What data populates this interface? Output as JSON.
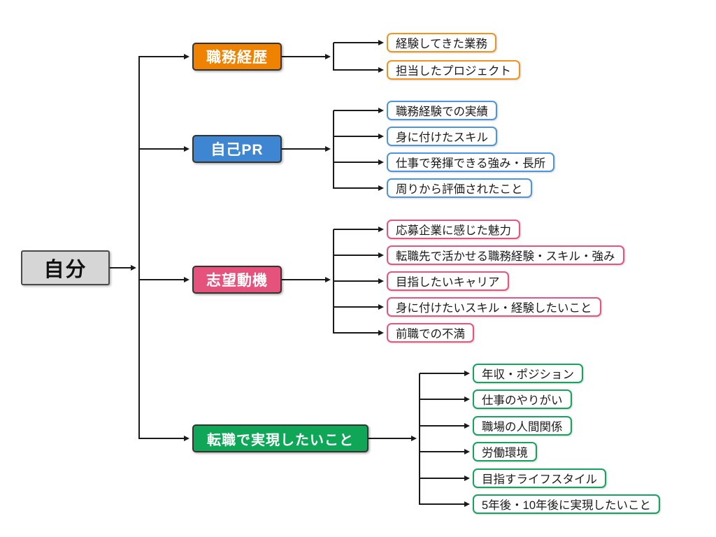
{
  "root": {
    "label": "自分"
  },
  "branches": [
    {
      "label": "職務経歴",
      "color": "#EF8200",
      "leaf_border_color": "#F0941F",
      "children": [
        "経験してきた業務",
        "担当したプロジェクト"
      ]
    },
    {
      "label": "自己PR",
      "color": "#3F86D2",
      "leaf_border_color": "#4E95DF",
      "children": [
        "職務経験での実績",
        "身に付けたスキル",
        "仕事で発揮できる強み・長所",
        "周りから評価されたこと"
      ]
    },
    {
      "label": "志望動機",
      "color": "#E5537C",
      "leaf_border_color": "#E8537F",
      "children": [
        "応募企業に感じた魅力",
        "転職先で活かせる職務経験・スキル・強み",
        "目指したいキャリア",
        "身に付けたいスキル・経験したいこと",
        "前職での不満"
      ]
    },
    {
      "label": "転職で実現したいこと",
      "color": "#0FA658",
      "leaf_border_color": "#14A45C",
      "children": [
        "年収・ポジション",
        "仕事のやりがい",
        "職場の人間関係",
        "労働環境",
        "目指すライフスタイル",
        "5年後・10年後に実現したいこと"
      ]
    }
  ],
  "colors": {
    "background": "#FFFFFF",
    "line": "#1A1A1A",
    "root_fill": "#D6D6D6",
    "root_border": "#4A4A4A",
    "branch_box_border": "#333333",
    "leaf_fill": "#FFFFFF",
    "leaf_text": "#1A1A1A"
  }
}
